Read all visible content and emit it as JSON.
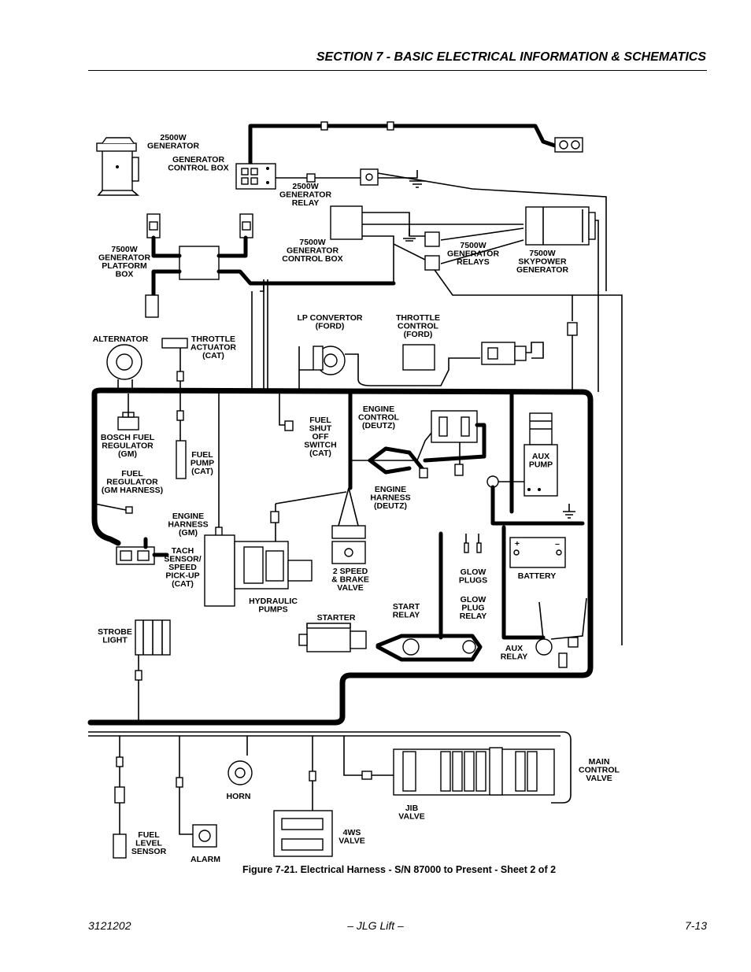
{
  "header": {
    "section_title": "SECTION 7 - BASIC ELECTRICAL INFORMATION & SCHEMATICS"
  },
  "figure": {
    "caption": "Figure 7-21.  Electrical Harness - S/N 87000 to Present - Sheet 2 of 2",
    "labels": {
      "gen_2500": [
        "2500W",
        "GENERATOR"
      ],
      "gen_control_box": [
        "GENERATOR",
        "CONTROL BOX"
      ],
      "gen_relay_2500": [
        "2500W",
        "GENERATOR",
        "RELAY"
      ],
      "platform_box_7500": [
        "7500W",
        "GENERATOR",
        "PLATFORM",
        "BOX"
      ],
      "control_box_7500": [
        "7500W",
        "GENERATOR",
        "CONTROL BOX"
      ],
      "relays_7500": [
        "7500W",
        "GENERATOR",
        "RELAYS"
      ],
      "skypower_7500": [
        "7500W",
        "SKYPOWER",
        "GENERATOR"
      ],
      "alternator": [
        "ALTERNATOR"
      ],
      "throttle_actuator": [
        "THROTTLE",
        "ACTUATOR",
        "(CAT)"
      ],
      "lp_convertor": [
        "LP CONVERTOR",
        "(FORD)"
      ],
      "throttle_control": [
        "THROTTLE",
        "CONTROL",
        "(FORD)"
      ],
      "bosch_fuel_regulator": [
        "BOSCH FUEL",
        "REGULATOR",
        "(GM)"
      ],
      "fuel_pump": [
        "FUEL",
        "PUMP",
        "(CAT)"
      ],
      "fuel_regulator": [
        "FUEL",
        "REGULATOR",
        "(GM HARNESS)"
      ],
      "fuel_shut_off": [
        "FUEL",
        "SHUT",
        "OFF",
        "SWITCH",
        "(CAT)"
      ],
      "engine_control": [
        "ENGINE",
        "CONTROL",
        "(DEUTZ)"
      ],
      "engine_harness_deutz": [
        "ENGINE",
        "HARNESS",
        "(DEUTZ)"
      ],
      "aux_pump": [
        "AUX",
        "PUMP"
      ],
      "engine_harness_gm": [
        "ENGINE",
        "HARNESS",
        "(GM)"
      ],
      "tach_sensor": [
        "TACH",
        "SENSOR/",
        "SPEED",
        "PICK-UP",
        "(CAT)"
      ],
      "hydraulic_pumps": [
        "HYDRAULIC",
        "PUMPS"
      ],
      "two_speed_brake": [
        "2 SPEED",
        "& BRAKE",
        "VALVE"
      ],
      "glow_plugs": [
        "GLOW",
        "PLUGS"
      ],
      "battery": [
        "BATTERY"
      ],
      "starter": [
        "STARTER"
      ],
      "start_relay": [
        "START",
        "RELAY"
      ],
      "glow_plug_relay": [
        "GLOW",
        "PLUG",
        "RELAY"
      ],
      "aux_relay": [
        "AUX",
        "RELAY"
      ],
      "strobe_light": [
        "STROBE",
        "LIGHT"
      ],
      "horn": [
        "HORN"
      ],
      "fuel_level_sensor": [
        "FUEL",
        "LEVEL",
        "SENSOR"
      ],
      "alarm": [
        "ALARM"
      ],
      "four_ws_valve": [
        "4WS",
        "VALVE"
      ],
      "jib_valve": [
        "JIB",
        "VALVE"
      ],
      "main_control_valve": [
        "MAIN",
        "CONTROL",
        "VALVE"
      ],
      "battery_plus": "+",
      "battery_minus": "–"
    }
  },
  "footer": {
    "doc_number": "3121202",
    "publisher": "– JLG Lift –",
    "page_number": "7-13"
  }
}
